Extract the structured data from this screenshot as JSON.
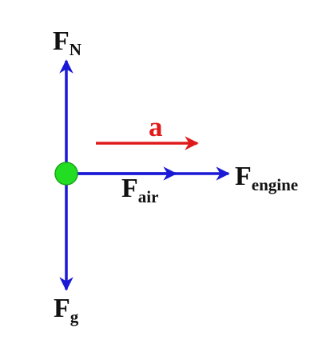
{
  "colors": {
    "force_arrow": "#1a1ad6",
    "acceleration_arrow": "#e01b1b",
    "object_dot": "#22dd22",
    "object_dot_stroke": "#1aa51a",
    "label_text": "#111111",
    "acceleration_text": "#e01b1b"
  },
  "labels": {
    "normal_force": {
      "main": "F",
      "sub": "N"
    },
    "gravity_force": {
      "main": "F",
      "sub": "g"
    },
    "air_force": {
      "main": "F",
      "sub": "air"
    },
    "engine_force": {
      "main": "F",
      "sub": "engine"
    },
    "acceleration": "a"
  }
}
